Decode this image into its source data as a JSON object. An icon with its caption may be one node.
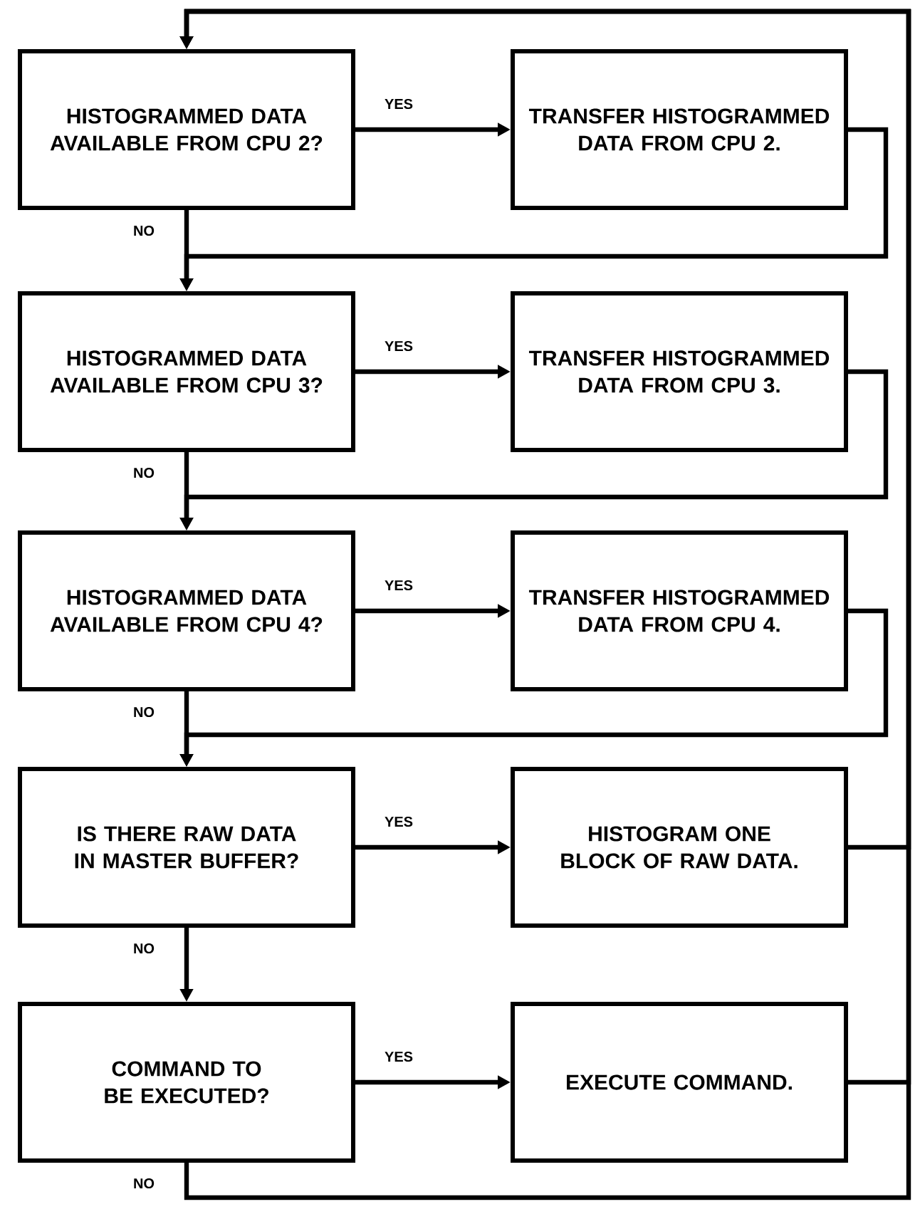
{
  "diagram": {
    "nodes": [
      {
        "text": [
          "HISTOGRAMMED DATA AVAILABLE FROM CPU 2?"
        ]
      },
      {
        "text": [
          "TRANSFER HISTOGRAMMED DATA FROM CPU 2."
        ]
      },
      {
        "text": [
          "HISTOGRAMMED DATA AVAILABLE FROM CPU 3?"
        ]
      },
      {
        "text": [
          "TRANSFER HISTOGRAMMED DATA FROM CPU 3."
        ]
      },
      {
        "text": [
          "HISTOGRAMMED DATA AVAILABLE FROM CPU 4?"
        ]
      },
      {
        "text": [
          "TRANSFER HISTOGRAMMED DATA FROM CPU 4."
        ]
      },
      {
        "text": [
          "IS THERE RAW DATA IN MASTER BUFFER?"
        ]
      },
      {
        "text": [
          "HISTOGRAM ONE BLOCK OF RAW DATA."
        ]
      },
      {
        "text": [
          "COMMAND TO BE EXECUTED?"
        ]
      },
      {
        "text": [
          "EXECUTE COMMAND."
        ]
      }
    ],
    "edges": [
      {
        "from": 0,
        "to": 1,
        "arrow": "to",
        "label": "YES"
      },
      {
        "from": 0,
        "to": 2,
        "arrow": "to",
        "label": "NO"
      },
      {
        "from": 1,
        "to": 2,
        "arrow": "to"
      },
      {
        "from": 2,
        "to": 3,
        "arrow": "to",
        "label": "YES"
      },
      {
        "from": 2,
        "to": 4,
        "arrow": "to",
        "label": "NO"
      },
      {
        "from": 3,
        "to": 4,
        "arrow": "to"
      },
      {
        "from": 4,
        "to": 5,
        "arrow": "to",
        "label": "YES"
      },
      {
        "from": 4,
        "to": 6,
        "arrow": "to",
        "label": "NO"
      },
      {
        "from": 5,
        "to": 6,
        "arrow": "to"
      },
      {
        "from": 6,
        "to": 7,
        "arrow": "to",
        "label": "YES"
      },
      {
        "from": 6,
        "to": 8,
        "arrow": "to",
        "label": "NO"
      },
      {
        "from": 7,
        "to": 0,
        "arrow": "to"
      },
      {
        "from": 8,
        "to": 9,
        "arrow": "to",
        "label": "YES"
      },
      {
        "from": 9,
        "to": 0,
        "arrow": "to"
      },
      {
        "from": 8,
        "to": 0,
        "arrow": "to",
        "label": "NO"
      }
    ]
  }
}
